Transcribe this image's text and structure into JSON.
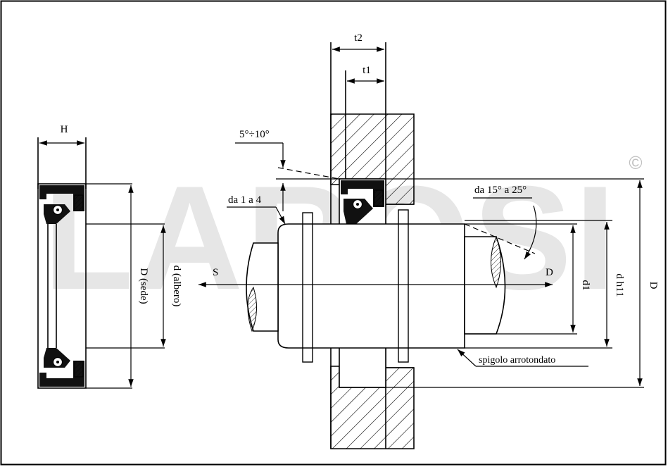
{
  "watermark": {
    "text": "LAROSI",
    "registered": "©"
  },
  "labels": {
    "H": "H",
    "D_sede": "D (sede)",
    "d_albero": "d (albero)",
    "t2": "t2",
    "t1": "t1",
    "angle_chamfer": "5°÷10°",
    "da_1_a_4": "da 1 a 4",
    "angle_lead": "da 15° a 25°",
    "S": "S",
    "D_dir": "D",
    "d1": "d1",
    "dh11": "d h11",
    "D_right": "D",
    "spigolo": "spigolo arrotondato"
  },
  "colors": {
    "line": "#000000",
    "watermark": "#e6e6e6",
    "seal_rubber": "#111111"
  }
}
